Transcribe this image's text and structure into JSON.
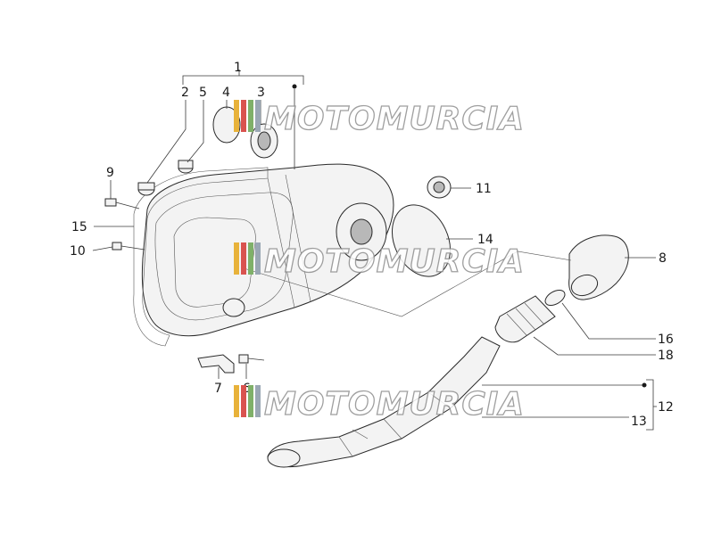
{
  "diagram": {
    "callouts": [
      {
        "id": "1",
        "text": "1"
      },
      {
        "id": "2",
        "text": "2"
      },
      {
        "id": "3",
        "text": "3"
      },
      {
        "id": "4",
        "text": "4"
      },
      {
        "id": "5",
        "text": "5"
      },
      {
        "id": "6",
        "text": "6"
      },
      {
        "id": "7",
        "text": "7"
      },
      {
        "id": "8",
        "text": "8"
      },
      {
        "id": "9",
        "text": "9"
      },
      {
        "id": "10",
        "text": "10"
      },
      {
        "id": "11",
        "text": "11"
      },
      {
        "id": "12",
        "text": "12"
      },
      {
        "id": "13",
        "text": "13"
      },
      {
        "id": "14",
        "text": "14"
      },
      {
        "id": "15",
        "text": "15"
      },
      {
        "id": "16",
        "text": "16"
      },
      {
        "id": "17",
        "text": "18"
      }
    ]
  },
  "watermark": {
    "text": "MOTOMURCIA",
    "stripe_colors": [
      "#e8b23a",
      "#d9534f",
      "#7fb069",
      "#9aa7b4"
    ]
  },
  "colors": {
    "line": "#2a2a2a",
    "fill": "#f3f3f3"
  }
}
